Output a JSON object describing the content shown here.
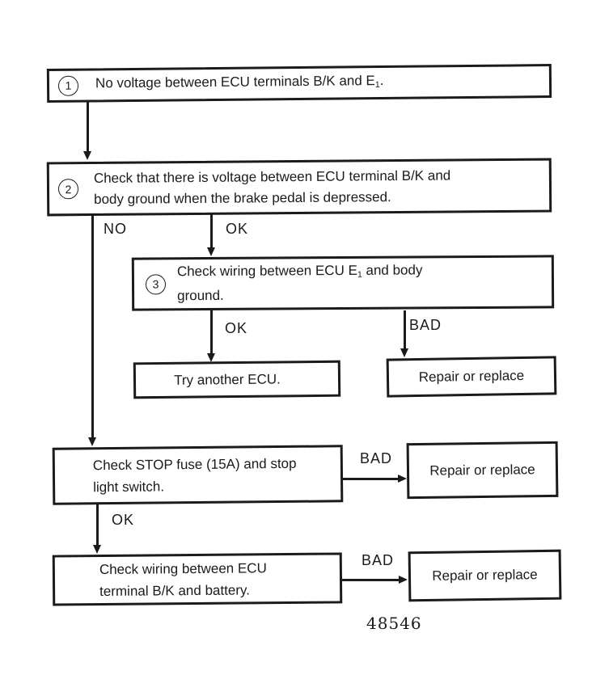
{
  "figure": {
    "number": "48546"
  },
  "colors": {
    "ink": "#1b1b1b",
    "paper": "#ffffff"
  },
  "flowchart": {
    "step1": {
      "badge": "1",
      "text_pre": "No voltage between ECU terminals B/K and E",
      "text_sub": "1",
      "text_post": "."
    },
    "step2": {
      "badge": "2",
      "line1": "Check that there is voltage between ECU terminal B/K and",
      "line2": "body ground when the brake pedal is depressed."
    },
    "step3": {
      "badge": "3",
      "line1_pre": "Check wiring between ECU E",
      "line1_sub": "1",
      "line1_post": " and body",
      "line2": "ground."
    },
    "try_ecu": {
      "text": "Try another ECU."
    },
    "stop_fuse": {
      "line1": "Check STOP fuse (15A) and stop",
      "line2": "light switch."
    },
    "wiring_battery": {
      "line1": "Check wiring between ECU",
      "line2": "terminal B/K and battery."
    },
    "repair_1": {
      "text": "Repair or replace"
    },
    "repair_2": {
      "text": "Repair or replace"
    },
    "repair_3": {
      "text": "Repair or replace"
    },
    "labels": {
      "no_1": "NO",
      "ok_1": "OK",
      "ok_2": "OK",
      "bad_1": "BAD",
      "ok_3": "OK",
      "bad_2": "BAD",
      "bad_3": "BAD"
    }
  }
}
